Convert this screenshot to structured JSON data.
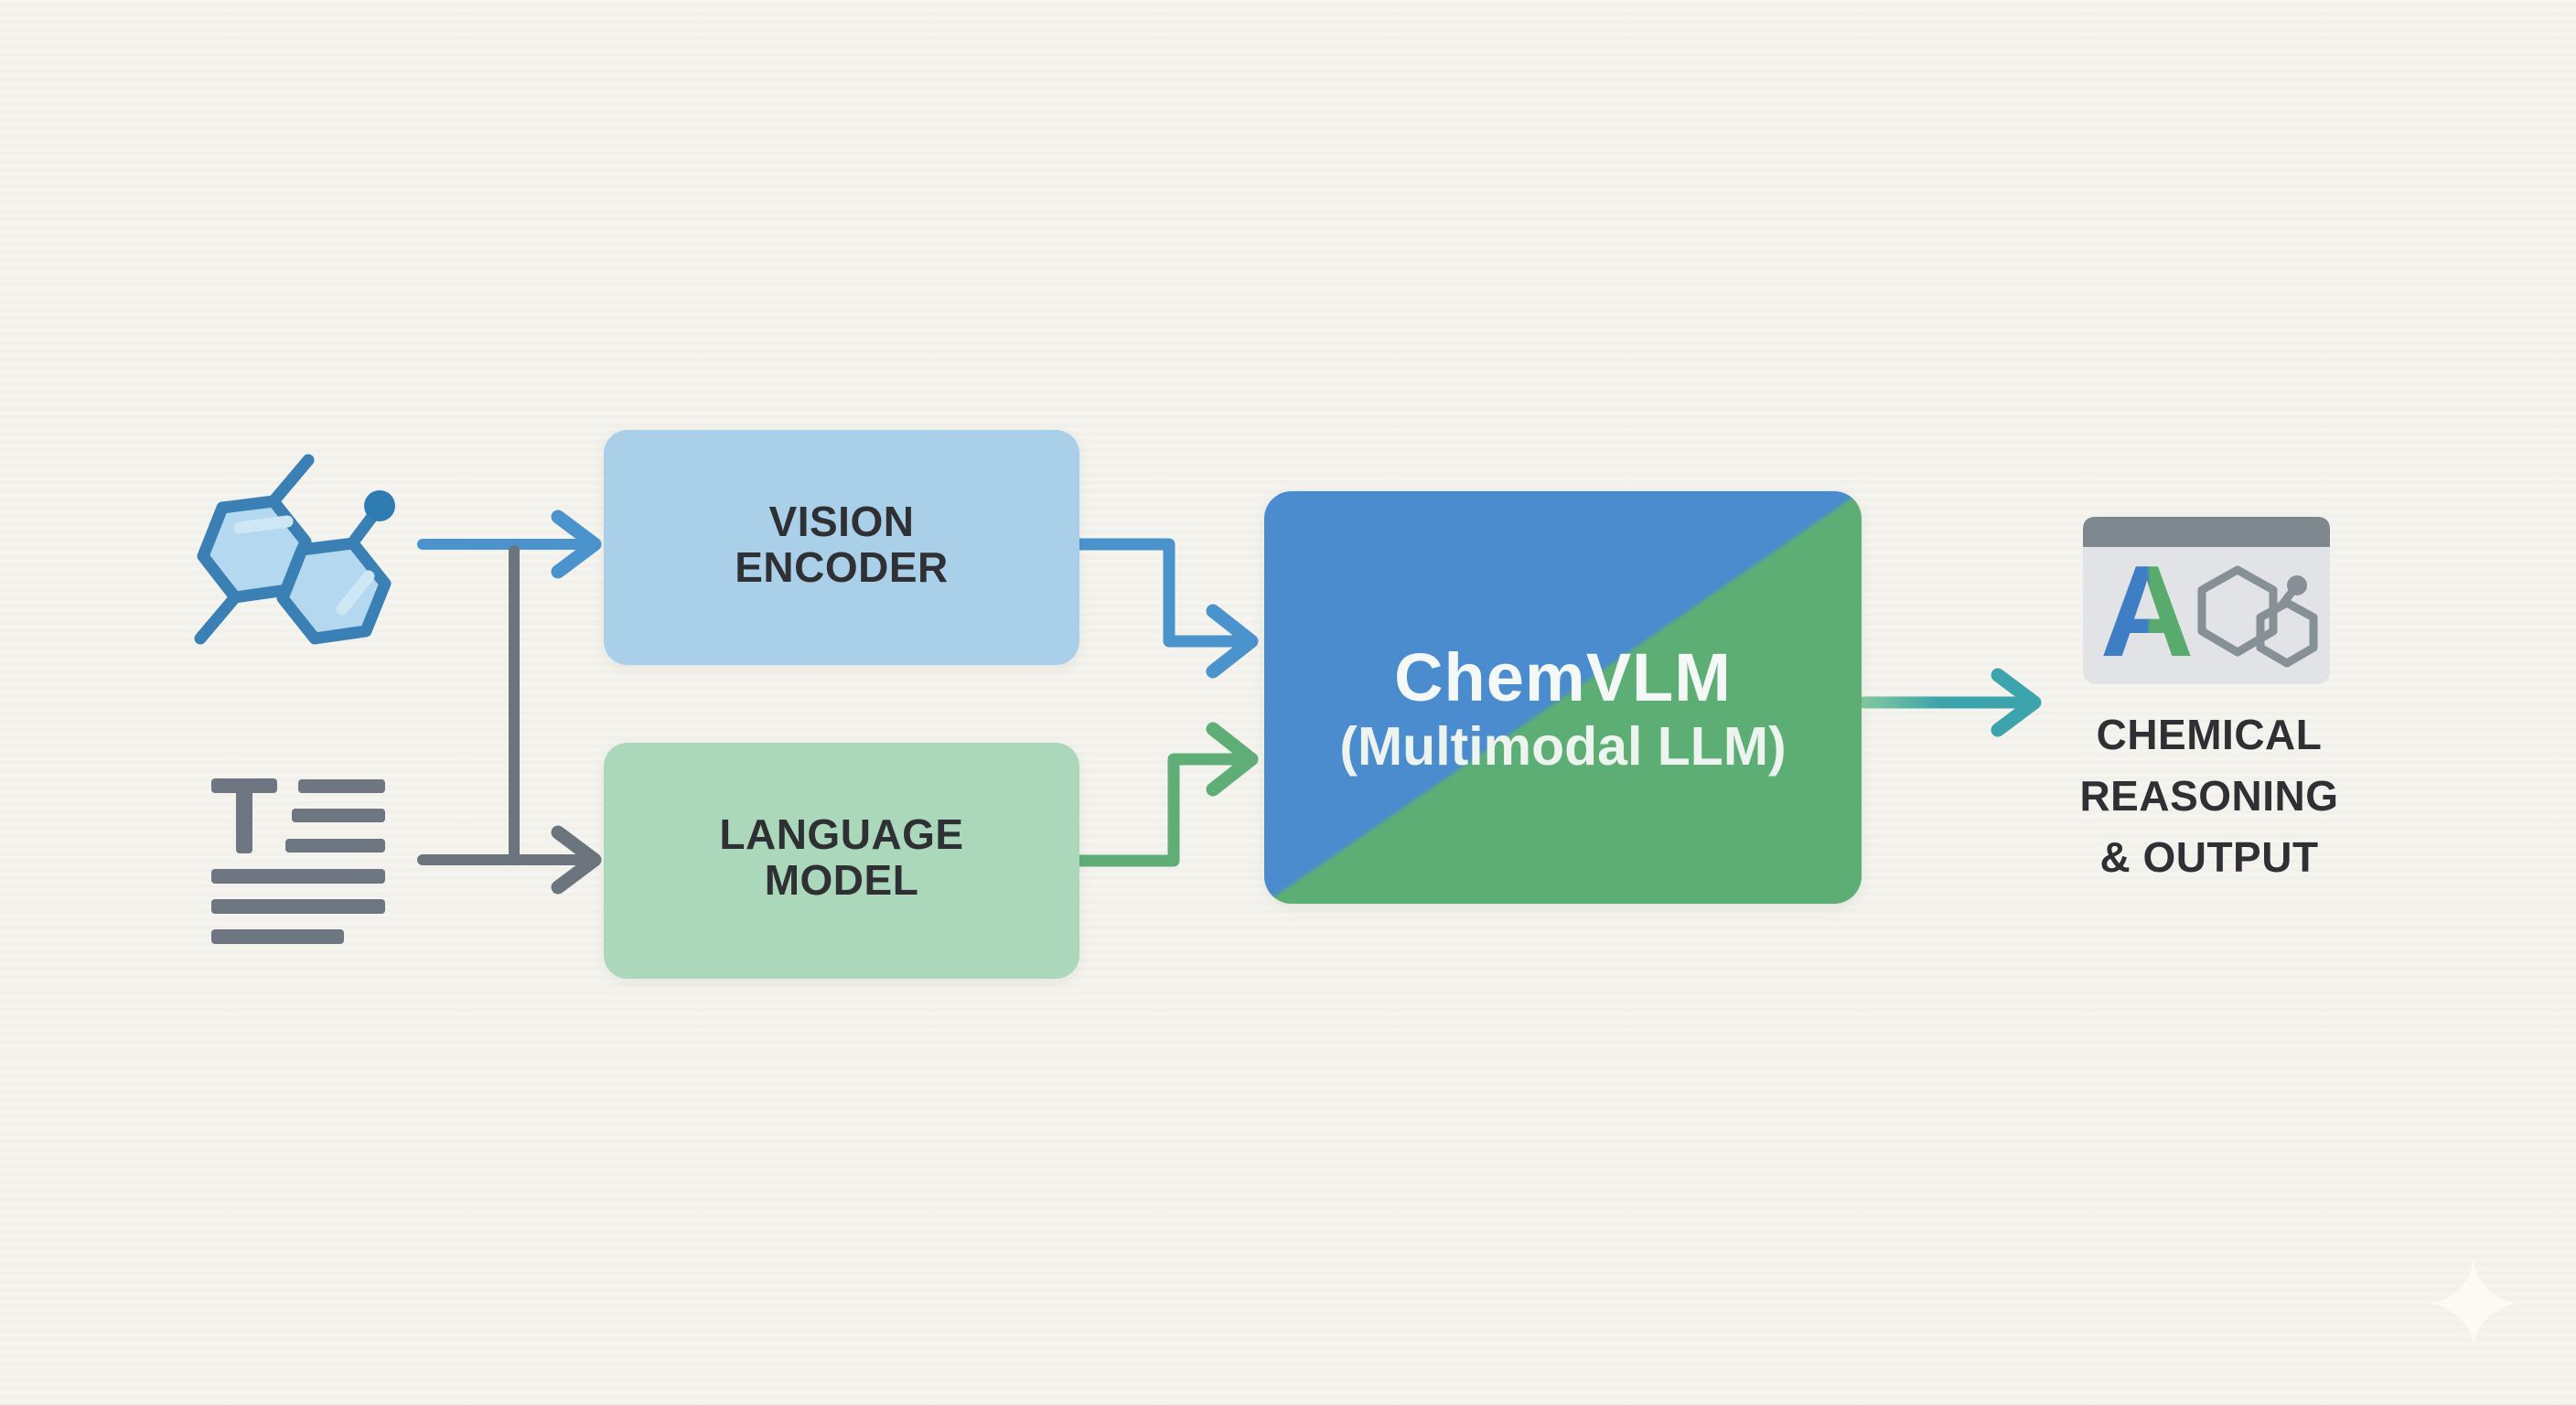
{
  "palette": {
    "background": "#f3f2ec",
    "vision_box_fill": "#a9cfe9",
    "language_box_fill": "#abd7ba",
    "chemvlm_blue": "#4a8ccd",
    "chemvlm_green": "#5cae74",
    "arrow_blue": "#4a93cc",
    "arrow_gray": "#6c757e",
    "arrow_green": "#5fae78",
    "arrow_teal": "#3da4ad",
    "label_dark": "#2e3033",
    "label_light": "#f4f8f7",
    "molecule_icon_stroke": "#3b80b4",
    "molecule_icon_fill": "#b4d8ef",
    "text_icon_gray": "#6d7681",
    "output_card_header": "#7e868e",
    "output_card_body": "#e2e3e6",
    "output_molecule_gray": "#878f97",
    "output_letter_blue": "#3d7ec5",
    "output_letter_green": "#58ab6d",
    "sparkle": "#fcfaf3"
  },
  "icons": {
    "molecule": "molecule-structure-icon",
    "text_document": "text-document-icon",
    "result_window": "result-window-icon",
    "sparkle": "sparkle-icon"
  },
  "nodes": {
    "vision_encoder": {
      "lines": [
        "VISION",
        "ENCODER"
      ]
    },
    "language_model": {
      "lines": [
        "LANGUAGE",
        "MODEL"
      ]
    },
    "chemvlm": {
      "title": "ChemVLM",
      "subtitle": "(Multimodal LLM)"
    }
  },
  "output": {
    "icon_letter": "A",
    "lines": [
      "CHEMICAL",
      "REASONING",
      "& OUTPUT"
    ]
  }
}
